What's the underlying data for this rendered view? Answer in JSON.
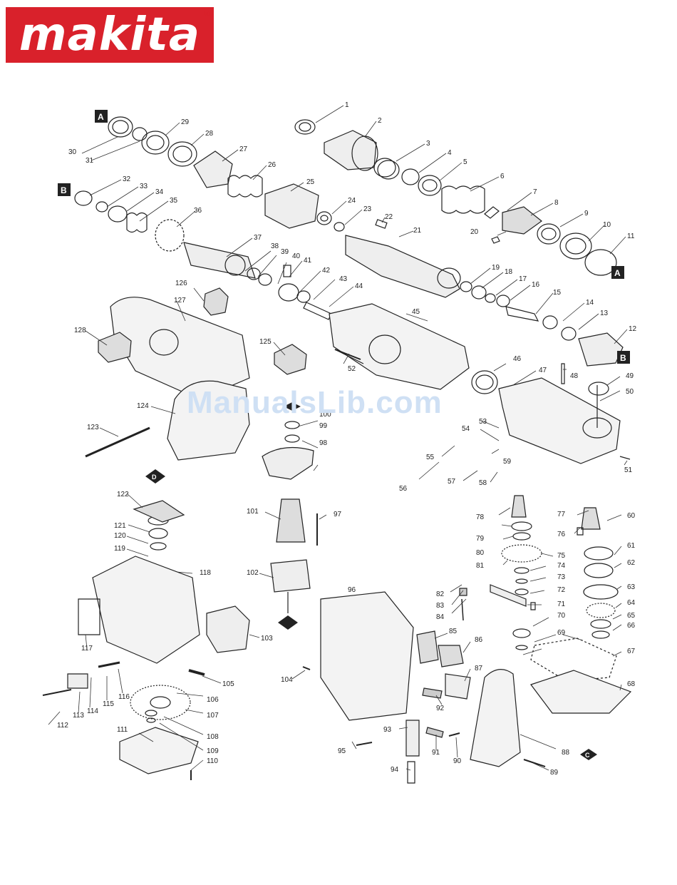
{
  "brand": {
    "logo_text": "makita",
    "registered_mark": "®",
    "logo_color": "#d9212b"
  },
  "watermark": "ManualsLib.com",
  "reference_labels": [
    "A",
    "A",
    "B",
    "B",
    "C",
    "D"
  ],
  "callouts": {
    "n1": "1",
    "n2": "2",
    "n3": "3",
    "n4": "4",
    "n5": "5",
    "n6": "6",
    "n7": "7",
    "n8": "8",
    "n9": "9",
    "n10": "10",
    "n11": "11",
    "n12": "12",
    "n13": "13",
    "n14": "14",
    "n15": "15",
    "n16": "16",
    "n17": "17",
    "n18": "18",
    "n19": "19",
    "n20": "20",
    "n21": "21",
    "n22": "22",
    "n23": "23",
    "n24": "24",
    "n25": "25",
    "n26": "26",
    "n27": "27",
    "n28": "28",
    "n29": "29",
    "n30": "30",
    "n31": "31",
    "n32": "32",
    "n33": "33",
    "n34": "34",
    "n35": "35",
    "n36": "36",
    "n37": "37",
    "n38": "38",
    "n39": "39",
    "n40": "40",
    "n41": "41",
    "n42": "42",
    "n43": "43",
    "n44": "44",
    "n45": "45",
    "n46": "46",
    "n47": "47",
    "n48": "48",
    "n49": "49",
    "n50": "50",
    "n51": "51",
    "n52": "52",
    "n53": "53",
    "n54": "54",
    "n55": "55",
    "n56": "56",
    "n57": "57",
    "n58": "58",
    "n59": "59",
    "n60": "60",
    "n61": "61",
    "n62": "62",
    "n63": "63",
    "n64": "64",
    "n65": "65",
    "n66": "66",
    "n67": "67",
    "n68": "68",
    "n69": "69",
    "n70": "70",
    "n71": "71",
    "n72": "72",
    "n73": "73",
    "n74": "74",
    "n75": "75",
    "n76": "76",
    "n77": "77",
    "n78": "78",
    "n79": "79",
    "n80": "80",
    "n81": "81",
    "n82": "82",
    "n83": "83",
    "n84": "84",
    "n85": "85",
    "n86": "86",
    "n87": "87",
    "n88": "88",
    "n89": "89",
    "n90": "90",
    "n91": "91",
    "n92": "92",
    "n93": "93",
    "n94": "94",
    "n95": "95",
    "n96": "96",
    "n97": "97",
    "n98": "98",
    "n99": "99",
    "n100": "100",
    "n101": "101",
    "n102": "102",
    "n103": "103",
    "n104": "104",
    "n105": "105",
    "n106": "106",
    "n107": "107",
    "n108": "108",
    "n109": "109",
    "n110": "110",
    "n111": "111",
    "n112": "112",
    "n113": "113",
    "n114": "114",
    "n115": "115",
    "n116": "116",
    "n117": "117",
    "n118": "118",
    "n119": "119",
    "n120": "120",
    "n121": "121",
    "n122": "122",
    "n123": "123",
    "n124": "124",
    "n125": "125",
    "n126": "126",
    "n127": "127",
    "n128": "128"
  }
}
